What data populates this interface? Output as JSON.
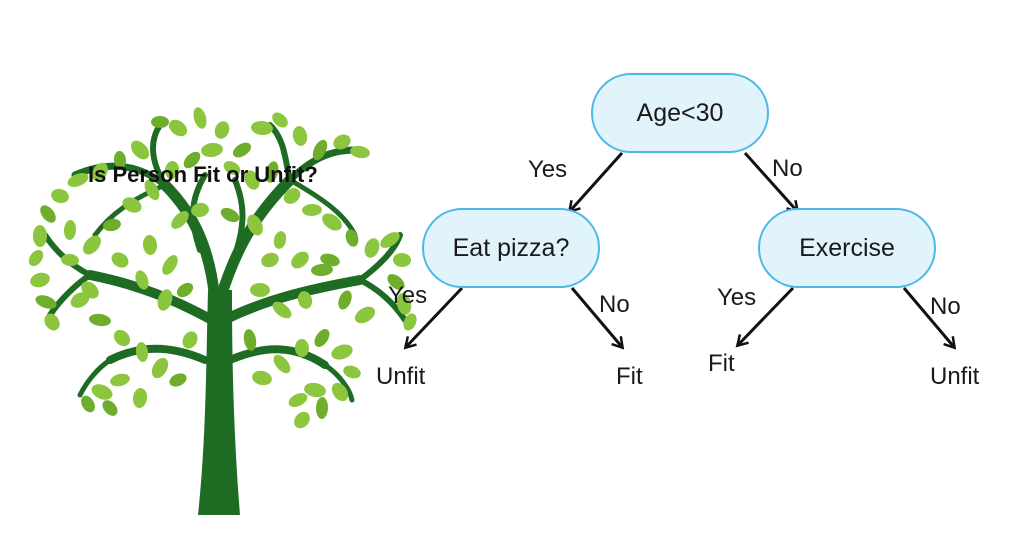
{
  "title": "Is Person Fit or Unfit?",
  "colors": {
    "node_fill": "#e1f3fb",
    "node_border": "#4db8e6",
    "arrow": "#111111",
    "trunk": "#1e6b24",
    "leaf": "#8cc63f",
    "leaf_dark": "#6fae2d"
  },
  "icons": [
    "tree-illustration",
    "arrow-icon"
  ],
  "nodes": {
    "root": "Age<30",
    "left": "Eat pizza?",
    "right": "Exercise"
  },
  "edges": {
    "root_left": "Yes",
    "root_right": "No",
    "left_left": "Yes",
    "left_right": "No",
    "right_left": "Yes",
    "right_right": "No"
  },
  "leaves": {
    "ll": "Unfit",
    "lr": "Fit",
    "rl": "Fit",
    "rr": "Unfit"
  }
}
